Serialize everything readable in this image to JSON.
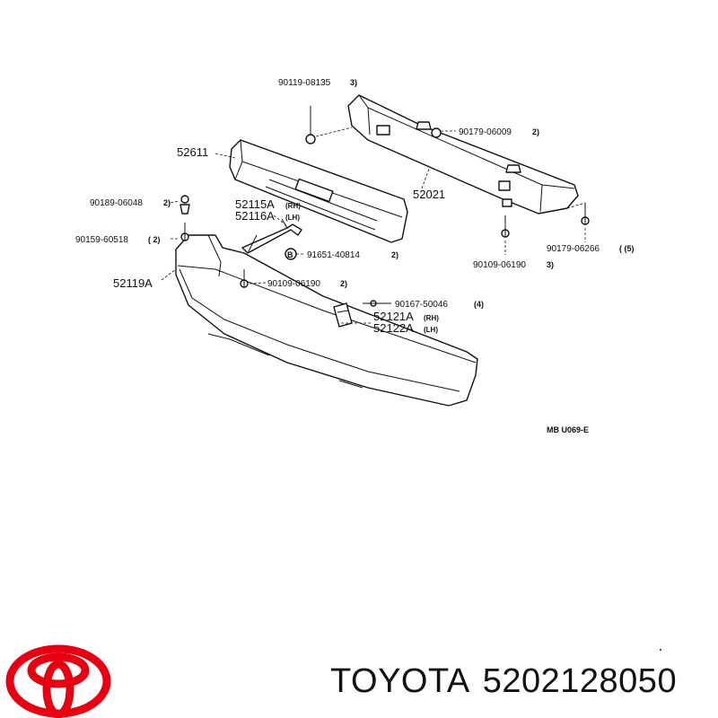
{
  "diagram": {
    "labels": {
      "p90119_08135": "90119-08135",
      "q90119_08135": "3)",
      "p90179_06009": "90179-06009",
      "q90179_06009": "2)",
      "p52611": "52611",
      "p52021": "52021",
      "p90189_06048": "90189-06048",
      "q90189_06048": "2)",
      "p52115A": "52115A",
      "s52115A": "(RH)",
      "p52116A": "52116A",
      "s52116A": "(LH)",
      "p90159_60518": "90159-60518",
      "q90159_60518": "( 2)",
      "p91651_40814": "91651-40814",
      "q91651_40814": "2)",
      "p90109_06190_right": "90109-06190",
      "q90109_06190_right": "3)",
      "p90179_06266": "90179-06266",
      "q90179_06266": "( (5)",
      "p52119A": "52119A",
      "p90109_06190_left": "90109-06190",
      "q90109_06190_left": "2)",
      "p90167_50046": "90167-50046",
      "q90167_50046": "(4)",
      "p52121A": "52121A",
      "s52121A": "(RH)",
      "p52122A": "52122A",
      "s52122A": "(LH)",
      "diagram_code": "MB  U069-E",
      "marker_b": "B"
    }
  },
  "brand": {
    "name": "TOYOTA",
    "part_number": "5202128050",
    "logo_color": "#e60012"
  }
}
